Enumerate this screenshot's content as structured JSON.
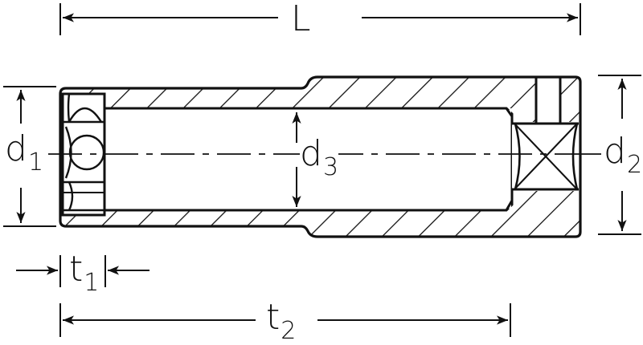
{
  "drawing": {
    "subject": "deep socket cross-section",
    "line_color": "#111111",
    "background": "#ffffff"
  },
  "dimensions": {
    "L": {
      "main": "L",
      "sub": ""
    },
    "d1": {
      "main": "d",
      "sub": "1"
    },
    "d2": {
      "main": "d",
      "sub": "2"
    },
    "d3": {
      "main": "d",
      "sub": "3"
    },
    "t1": {
      "main": "t",
      "sub": "1"
    },
    "t2": {
      "main": "t",
      "sub": "2"
    }
  }
}
